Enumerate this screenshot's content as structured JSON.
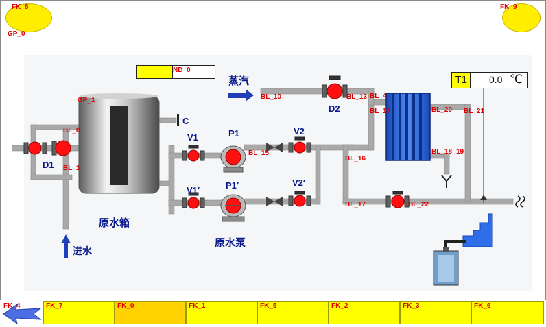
{
  "labels": {
    "fk8": "FK_8",
    "fk9": "FK_9",
    "gp0": "GP_0",
    "gp1": "GP_1",
    "nd0": "ND_0",
    "bl0": "BL_0",
    "bl1": "BL_1",
    "bl10": "BL_10",
    "bl13": "BL_13",
    "bl4": "BL_4",
    "bl14": "BL_14",
    "bl20": "BL_20",
    "bl21": "BL_21",
    "bl15": "BL_15",
    "bl16": "BL_16",
    "bl18": "BL_18",
    "bl19": "19",
    "bl17": "BL_17",
    "bl22": "BL_22"
  },
  "process": {
    "steam": "蒸汽",
    "tank": "原水箱",
    "pump": "原水泵",
    "inlet": "进水",
    "c": "C",
    "d1": "D1",
    "d2": "D2",
    "v1": "V1",
    "v2": "V2",
    "v1p": "V1′",
    "v2p": "V2′",
    "p1": "P1",
    "p1p": "P1′"
  },
  "temperature": {
    "label": "T1",
    "value": "0.0",
    "unit": "℃"
  },
  "level": {
    "fraction": 0.46
  },
  "footer": {
    "keys": [
      {
        "label": "FK_4"
      },
      {
        "label": "FK_7"
      },
      {
        "label": "FK_0"
      },
      {
        "label": "FK_1"
      },
      {
        "label": "FK_5"
      },
      {
        "label": "FK_2"
      },
      {
        "label": "FK_3"
      },
      {
        "label": "FK_6"
      }
    ]
  },
  "colors": {
    "valve": "#ff0000",
    "pipe": "#a7a7a7",
    "heat_exchanger": "#1e5fd8",
    "key": "#ffff00",
    "text": "#0a1a8c"
  }
}
